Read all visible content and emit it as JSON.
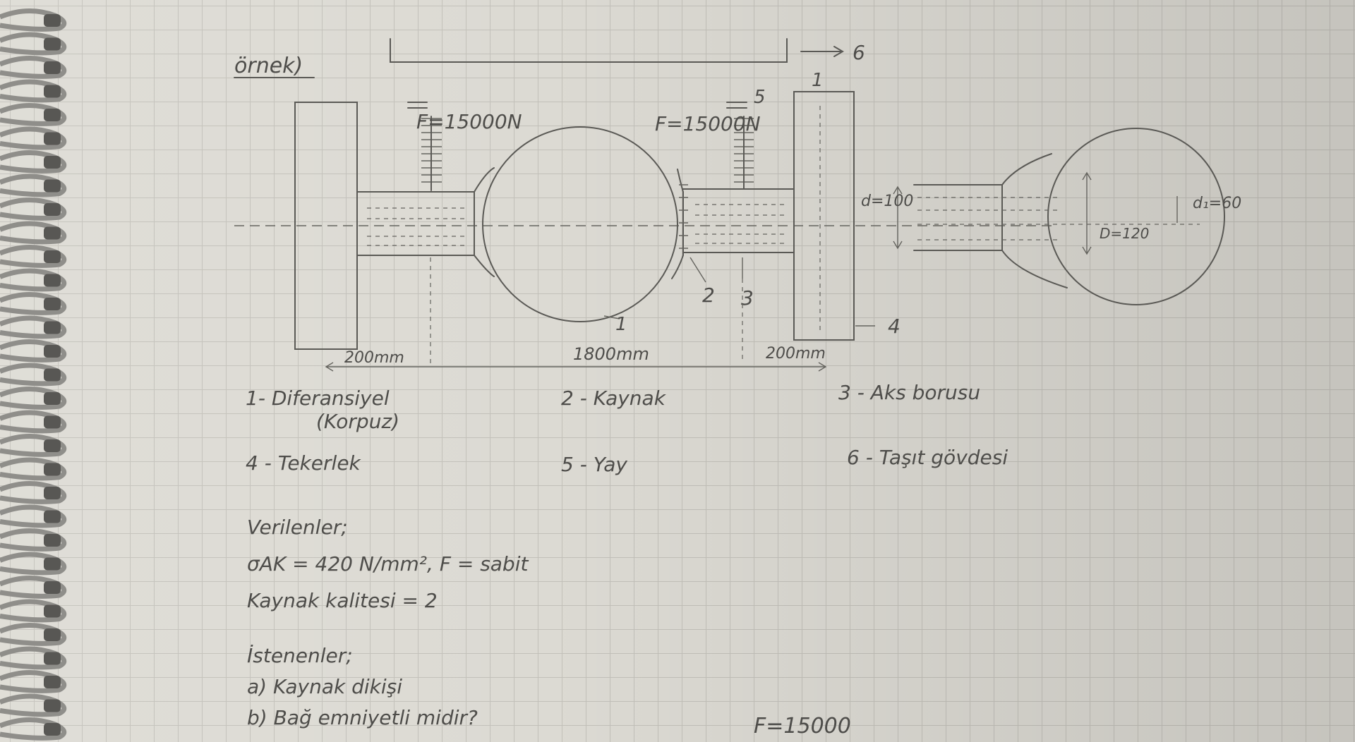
{
  "heading": "örnek)",
  "labels": {
    "vehicle_ref": "6",
    "force_left": "F=15000N",
    "force_right": "F=15000N",
    "spring_ref": "5",
    "wheel_ref_top": "1",
    "wheel_ref": "4",
    "weld_ref": "2",
    "tube_ref": "3",
    "diff_ref": "1",
    "dim_d": "d=100",
    "dim_D": "D=120",
    "dim_d1": "d₁=60",
    "span_left": "200mm",
    "span_mid": "1800mm",
    "span_right": "200mm"
  },
  "legend": [
    {
      "num": "1",
      "text": "1- Diferansiyel",
      "sub": "(Korpuz)"
    },
    {
      "num": "2",
      "text": "2 - Kaynak"
    },
    {
      "num": "3",
      "text": "3 - Aks borusu"
    },
    {
      "num": "4",
      "text": "4 - Tekerlek"
    },
    {
      "num": "5",
      "text": "5 - Yay"
    },
    {
      "num": "6",
      "text": "6 - Taşıt gövdesi"
    }
  ],
  "given": {
    "title": "Verilenler;",
    "line1": "σAK = 420 N/mm², F = sabit",
    "line2": "Kaynak kalitesi = 2"
  },
  "requested": {
    "title": "İstenenler;",
    "item_a": "a) Kaynak dikişi",
    "item_b": "b) Bağ emniyetli midir?"
  },
  "footer_note": "F=15000"
}
